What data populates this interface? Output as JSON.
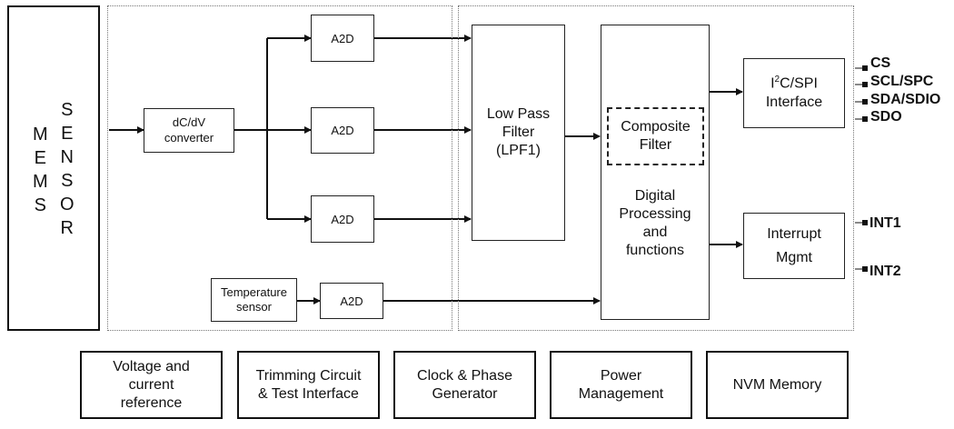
{
  "mems_sensor": {
    "col1": [
      "M",
      "E",
      "M",
      "S"
    ],
    "col2": [
      "S",
      "E",
      "N",
      "S",
      "O",
      "R"
    ]
  },
  "analog_block": {
    "dcdv": "dC/dV\nconverter",
    "a2d_top": "A2D",
    "a2d_mid": "A2D",
    "a2d_bot": "A2D",
    "temp_sensor": "Temperature\nsensor",
    "a2d_temp": "A2D"
  },
  "digital_block": {
    "lpf": "Low Pass\nFilter\n(LPF1)",
    "composite": "Composite\nFilter",
    "dsp": "Digital\nProcessing\nand\nfunctions",
    "i2c": {
      "prefix": "I",
      "sup": "2",
      "rest": "C/SPI\nInterface"
    },
    "interrupt": "Interrupt\nMgmt"
  },
  "pins": {
    "cs": "CS",
    "scl": "SCL/SPC",
    "sda": "SDA/SDIO",
    "sdo": "SDO",
    "int1": "INT1",
    "int2": "INT2"
  },
  "bottom_blocks": {
    "voltage": "Voltage and\ncurrent\nreference",
    "trimming": "Trimming Circuit\n& Test Interface",
    "clock": "Clock & Phase\nGenerator",
    "power": "Power\nManagement",
    "nvm": "NVM Memory"
  }
}
